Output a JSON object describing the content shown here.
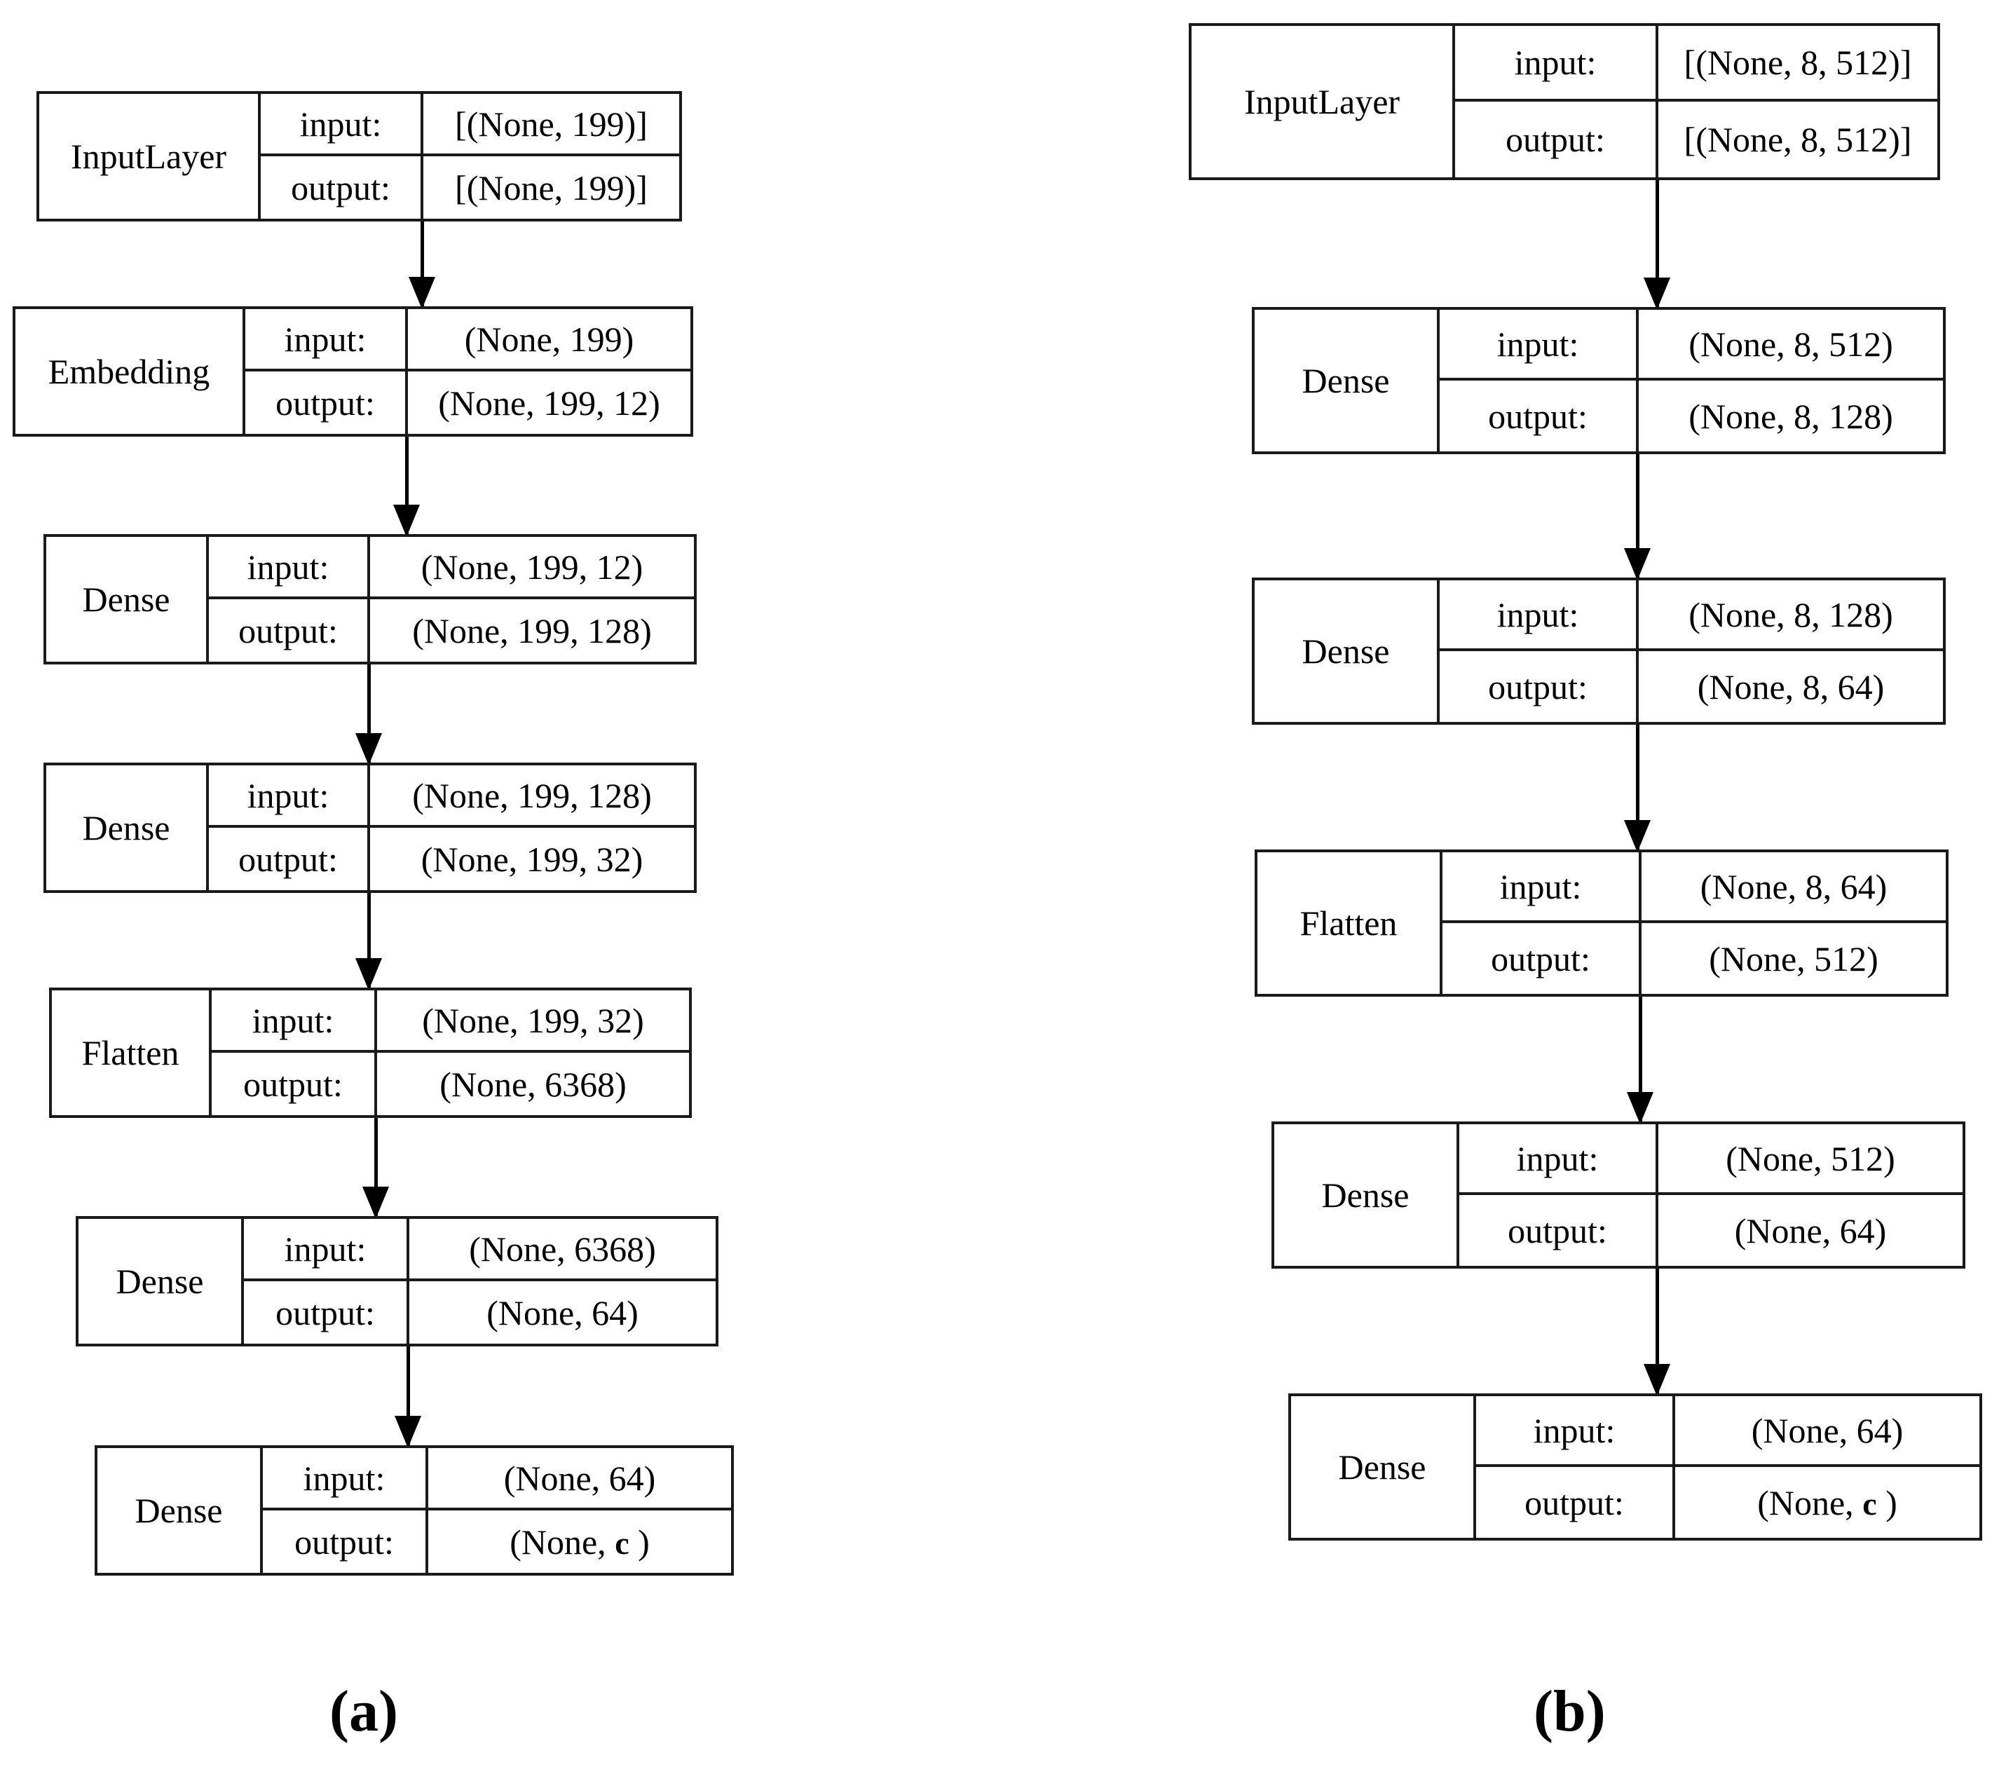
{
  "figure": {
    "type": "neural-network-architecture-diagram",
    "panels": [
      {
        "id": "a",
        "caption": "(a)",
        "io_labels": {
          "input": "input:",
          "output": "output:"
        },
        "layers": [
          {
            "name": "InputLayer",
            "input": "[(None, 199)]",
            "output": "[(None, 199)]"
          },
          {
            "name": "Embedding",
            "input": "(None, 199)",
            "output": "(None, 199, 12)"
          },
          {
            "name": "Dense",
            "input": "(None, 199, 12)",
            "output": "(None, 199, 128)"
          },
          {
            "name": "Dense",
            "input": "(None, 199, 128)",
            "output": "(None, 199, 32)"
          },
          {
            "name": "Flatten",
            "input": "(None, 199, 32)",
            "output": "(None, 6368)"
          },
          {
            "name": "Dense",
            "input": "(None, 6368)",
            "output": "(None, 64)"
          },
          {
            "name": "Dense",
            "input": "(None, 64)",
            "output_prefix": "(None, ",
            "output_symbol": "c",
            "output_suffix": " )"
          }
        ]
      },
      {
        "id": "b",
        "caption": "(b)",
        "io_labels": {
          "input": "input:",
          "output": "output:"
        },
        "layers": [
          {
            "name": "InputLayer",
            "input": "[(None, 8, 512)]",
            "output": "[(None, 8, 512)]"
          },
          {
            "name": "Dense",
            "input": "(None, 8, 512)",
            "output": "(None, 8, 128)"
          },
          {
            "name": "Dense",
            "input": "(None, 8, 128)",
            "output": "(None, 8, 64)"
          },
          {
            "name": "Flatten",
            "input": "(None, 8, 64)",
            "output": "(None, 512)"
          },
          {
            "name": "Dense",
            "input": "(None, 512)",
            "output": "(None, 64)"
          },
          {
            "name": "Dense",
            "input": "(None, 64)",
            "output_prefix": "(None, ",
            "output_symbol": "c",
            "output_suffix": " )"
          }
        ]
      }
    ],
    "colors": {
      "border": "#1a1a1a",
      "text": "#000000",
      "background": "#ffffff",
      "arrow": "#000000"
    }
  }
}
